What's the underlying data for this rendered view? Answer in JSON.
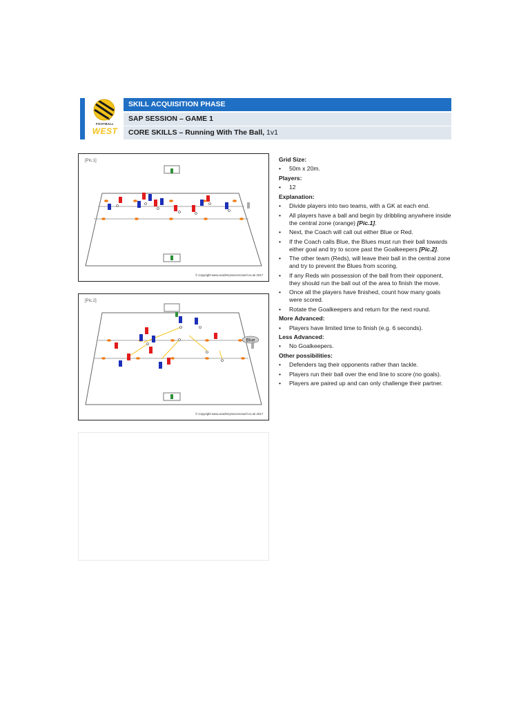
{
  "header": {
    "logo_line1": "FOOTBALL",
    "logo_line2": "WEST",
    "row1": "SKILL ACQUISITION PHASE",
    "row2": "SAP SESSION – GAME 1",
    "row3_bold": "CORE SKILLS – Running With The Ball, ",
    "row3_light": "1v1"
  },
  "pictures": {
    "pic1_label": "[Pic.1]",
    "pic2_label": "[Pic.2]",
    "copyright": "© Copyright www.academysoccercoach.co.uk 2017",
    "blue_tag": "Blue"
  },
  "colors": {
    "header_blue": "#1f6fc4",
    "header_grey": "#dfe6ee",
    "team_red": "#e21b1b",
    "team_blue": "#1c2fb8",
    "cone_orange": "#f07b12",
    "goalkeeper_green": "#2f8f3a",
    "logo_yellow": "#f3c21b"
  },
  "text": {
    "grid_size_head": "Grid Size:",
    "grid_size": "50m x 20m.",
    "players_head": "Players:",
    "players": "12",
    "explanation_head": "Explanation:",
    "explanation": [
      {
        "text": "Divide players into two teams, with a GK at each end.",
        "ref": ""
      },
      {
        "text": "All players have a ball and begin by dribbling anywhere inside the central zone (orange) ",
        "ref": "[Pic.1]",
        "end": "."
      },
      {
        "text": "Next, the Coach will call out either Blue or Red.",
        "ref": ""
      },
      {
        "text": "If the Coach calls Blue, the Blues must run their ball towards either goal and try to score past the Goalkeepers ",
        "ref": "[Pic.2]",
        "end": "."
      },
      {
        "text": "The other team (Reds), will leave their ball in the central zone and try to prevent the Blues from scoring.",
        "ref": ""
      },
      {
        "text": "If any Reds win possession of the ball from their opponent, they should run the ball out of the area to finish the move.",
        "ref": ""
      },
      {
        "text": "Once all the players have finished, count how many goals were scored.",
        "ref": ""
      },
      {
        "text": "Rotate the Goalkeepers and return for the next round.",
        "ref": ""
      }
    ],
    "more_head": "More Advanced:",
    "more": [
      "Players have limited time to finish (e.g. 6 seconds)."
    ],
    "less_head": "Less Advanced:",
    "less": [
      "No Goalkeepers."
    ],
    "other_head": "Other possibilities:",
    "other": [
      "Defenders tag their opponents rather than tackle.",
      "Players run their ball over the end line to score (no goals).",
      "Players are paired up and can only challenge their partner."
    ]
  }
}
